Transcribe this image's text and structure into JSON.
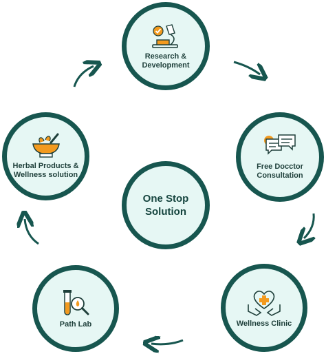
{
  "center": {
    "label_line1": "One Stop",
    "label_line2": "Solution"
  },
  "nodes": {
    "research": {
      "line1": "Research &",
      "line2": "Development",
      "icon": "microscope-icon"
    },
    "doctor": {
      "line1": "Free Docctor",
      "line2": "Consultation",
      "icon": "chat-bubbles-icon"
    },
    "wellness": {
      "line1": "Wellness Clinic",
      "icon": "heart-hands-icon"
    },
    "pathlab": {
      "line1": "Path Lab",
      "icon": "test-tube-magnifier-icon"
    },
    "herbal": {
      "line1": "Herbal Products &",
      "line2": "Wellness solution",
      "icon": "mortar-pestle-icon"
    }
  },
  "colors": {
    "ring": "#17564f",
    "fill": "#e6f7f4",
    "accent": "#f39a1e",
    "arrow": "#17564f"
  }
}
